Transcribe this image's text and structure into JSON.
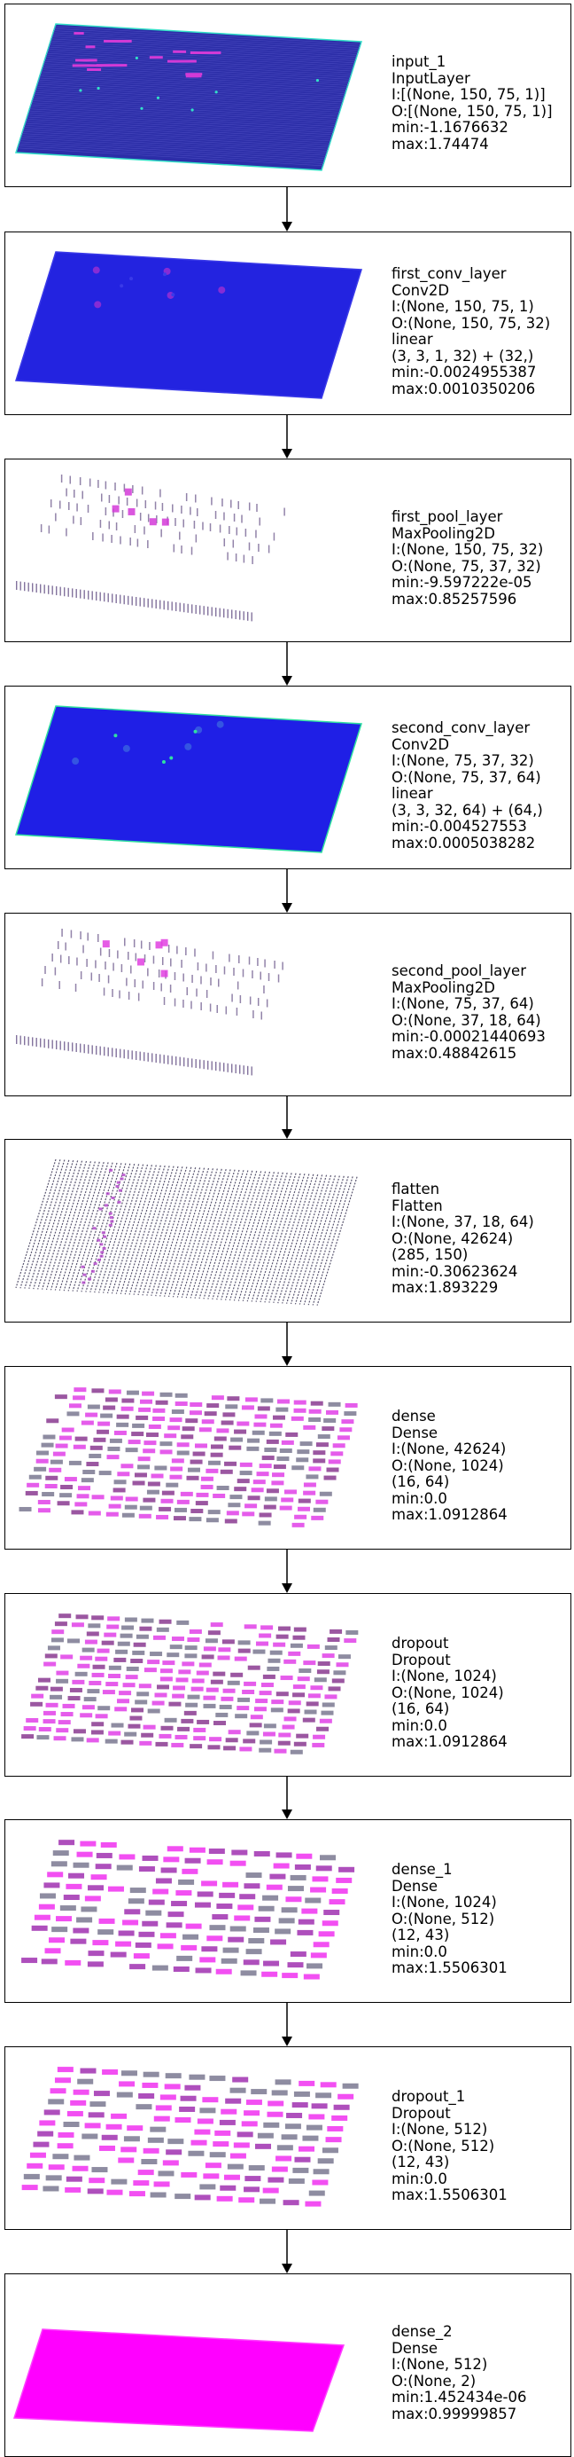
{
  "layers": [
    {
      "lines": [
        "input_1",
        "InputLayer",
        "I:[(None, 150, 75, 1)]",
        "O:[(None, 150, 75, 1)]",
        "min:-1.1676632",
        "max:1.74474"
      ],
      "style": "dense-blue",
      "palette": {
        "base": "#2c2ea8",
        "accent": "#d23ad6",
        "highlight": "#33e0c8"
      }
    },
    {
      "lines": [
        "first_conv_layer",
        "Conv2D",
        "I:(None, 150, 75, 1)",
        "O:(None, 150, 75, 32)",
        "linear",
        "(3, 3, 1, 32) + (32,)",
        "min:-0.0024955387",
        "max:0.0010350206"
      ],
      "style": "solid-blue",
      "palette": {
        "base": "#2323e0",
        "accent": "#b030d0",
        "highlight": "#3a3ae8"
      }
    },
    {
      "lines": [
        "first_pool_layer",
        "MaxPooling2D",
        "I:(None, 150, 75, 32)",
        "O:(None, 75, 37, 32)",
        "min:-9.597222e-05",
        "max:0.85257596"
      ],
      "style": "sparse",
      "palette": {
        "base": "#9a8ab0",
        "accent": "#d33ad8",
        "highlight": "#6d5a8c"
      }
    },
    {
      "lines": [
        "second_conv_layer",
        "Conv2D",
        "I:(None, 75, 37, 32)",
        "O:(None, 75, 37, 64)",
        "linear",
        "(3, 3, 32, 64) + (64,)",
        "min:-0.004527553",
        "max:0.0005038282"
      ],
      "style": "solid-blue",
      "palette": {
        "base": "#1f1fe6",
        "accent": "#3d6ce0",
        "highlight": "#30e0a0"
      }
    },
    {
      "lines": [
        "second_pool_layer",
        "MaxPooling2D",
        "I:(None, 75, 37, 64)",
        "O:(None, 37, 18, 64)",
        "min:-0.00021440693",
        "max:0.48842615"
      ],
      "style": "sparse",
      "palette": {
        "base": "#9a8ab0",
        "accent": "#e040e0",
        "highlight": "#6d5a8c"
      }
    },
    {
      "lines": [
        "flatten",
        "Flatten",
        "I:(None, 37, 18, 64)",
        "O:(None, 42624)",
        "(285, 150)",
        "min:-0.30623624",
        "max:1.893229"
      ],
      "style": "grey-dense",
      "palette": {
        "base": "#5a5670",
        "accent": "#b040c8",
        "highlight": "#8e8aa8"
      }
    },
    {
      "lines": [
        "dense",
        "Dense",
        "I:(None, 42624)",
        "O:(None, 1024)",
        "(16, 64)",
        "min:0.0",
        "max:1.0912864"
      ],
      "style": "blocks",
      "palette": {
        "base": "#8a3a90",
        "accent": "#e040e8",
        "highlight": "#7a7890"
      }
    },
    {
      "lines": [
        "dropout",
        "Dropout",
        "I:(None, 1024)",
        "O:(None, 1024)",
        "(16, 64)",
        "min:0.0",
        "max:1.0912864"
      ],
      "style": "blocks",
      "palette": {
        "base": "#8a3a90",
        "accent": "#e040e8",
        "highlight": "#7a7890"
      }
    },
    {
      "lines": [
        "dense_1",
        "Dense",
        "I:(None, 1024)",
        "O:(None, 512)",
        "(12, 43)",
        "min:0.0",
        "max:1.5506301"
      ],
      "style": "blocks-big",
      "palette": {
        "base": "#a030b0",
        "accent": "#f030f0",
        "highlight": "#7a7890"
      }
    },
    {
      "lines": [
        "dropout_1",
        "Dropout",
        "I:(None, 512)",
        "O:(None, 512)",
        "(12, 43)",
        "min:0.0",
        "max:1.5506301"
      ],
      "style": "blocks-big",
      "palette": {
        "base": "#a030b0",
        "accent": "#f030f0",
        "highlight": "#7a7890"
      }
    },
    {
      "lines": [
        "dense_2",
        "Dense",
        "I:(None, 512)",
        "O:(None, 2)",
        "min:1.452434e-06",
        "max:0.99999857"
      ],
      "style": "magenta",
      "palette": {
        "base": "#ff00ff",
        "accent": "#f018f0",
        "highlight": "#ff40ff"
      }
    }
  ]
}
